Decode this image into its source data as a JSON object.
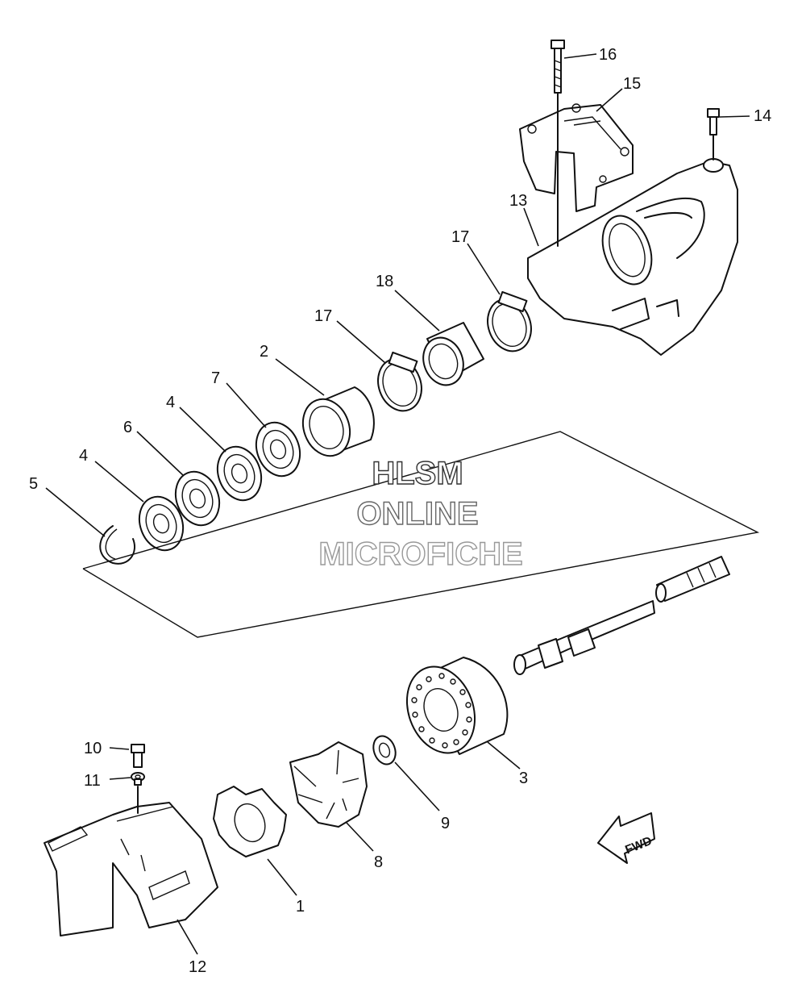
{
  "callouts": {
    "c1": "1",
    "c2": "2",
    "c3": "3",
    "c4a": "4",
    "c4b": "4",
    "c5": "5",
    "c6": "6",
    "c7": "7",
    "c8": "8",
    "c9": "9",
    "c10": "10",
    "c11": "11",
    "c12": "12",
    "c13": "13",
    "c14": "14",
    "c15": "15",
    "c16": "16",
    "c17a": "17",
    "c17b": "17",
    "c18": "18"
  },
  "watermark": {
    "line1": "HLSM",
    "line2": "ONLINE",
    "line3": "MICROFICHE"
  },
  "direction_arrow": {
    "label": "FWD"
  },
  "colors": {
    "line": "#111111",
    "watermark1": "#333333",
    "watermark2": "#666666",
    "watermark3": "#999999"
  }
}
